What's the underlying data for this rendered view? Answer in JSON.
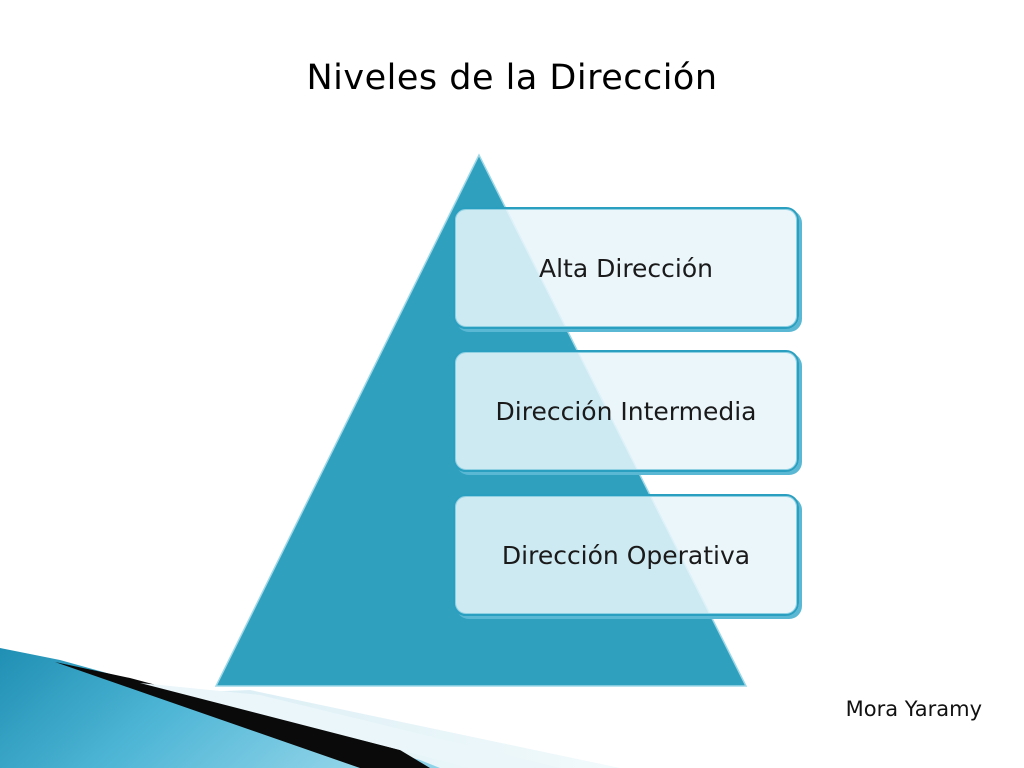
{
  "slide": {
    "title": "Niveles de la Dirección",
    "author": "Mora Yaramy"
  },
  "pyramid": {
    "levels": [
      {
        "label": "Alta Dirección"
      },
      {
        "label": "Dirección Intermedia"
      },
      {
        "label": "Dirección Operativa"
      }
    ]
  },
  "colors": {
    "pyramid_fill": "#2fa1bf",
    "box_border": "#2b9fbf",
    "box_fill": "#e8f5fa",
    "accent_dark": "#0a0a0a",
    "accent_light": "#dbeff5"
  }
}
